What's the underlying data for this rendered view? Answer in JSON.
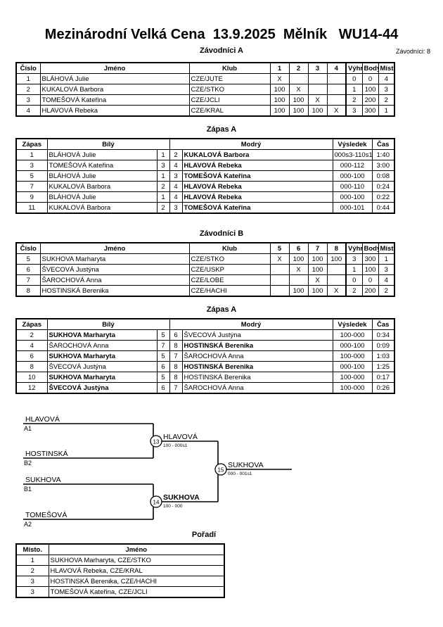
{
  "header": {
    "title": "Mezinárodní Velká Cena  13.9.2025  Mělník   WU14-44",
    "subtitle": "Závodníci A",
    "entrants_label": "Závodníci: 8"
  },
  "pool_table_headers": {
    "number": "Číslo",
    "name": "Jméno",
    "club": "Klub",
    "wins": "Výhra",
    "points": "Body",
    "place": "Místo."
  },
  "pool_a": {
    "caption": "Závodníci A",
    "opponent_columns": [
      "1",
      "2",
      "3",
      "4"
    ],
    "rows": [
      {
        "number": "1",
        "name": "BLÁHOVÁ Julie",
        "club": "CZE/JUTE",
        "cells": [
          "X",
          "",
          "",
          ""
        ],
        "wins": "0",
        "points": "0",
        "place": "4"
      },
      {
        "number": "2",
        "name": "KUKALOVÁ Barbora",
        "club": "CZE/STKO",
        "cells": [
          "100",
          "X",
          "",
          ""
        ],
        "wins": "1",
        "points": "100",
        "place": "3"
      },
      {
        "number": "3",
        "name": "TOMEŠOVÁ Kateřina",
        "club": "CZE/JCLI",
        "cells": [
          "100",
          "100",
          "X",
          ""
        ],
        "wins": "2",
        "points": "200",
        "place": "2"
      },
      {
        "number": "4",
        "name": "HLAVOVÁ Rebeka",
        "club": "CZE/KRAL",
        "cells": [
          "100",
          "100",
          "100",
          "X"
        ],
        "wins": "3",
        "points": "300",
        "place": "1"
      }
    ]
  },
  "pool_b": {
    "caption": "Závodníci B",
    "opponent_columns": [
      "5",
      "6",
      "7",
      "8"
    ],
    "rows": [
      {
        "number": "5",
        "name": "SUKHOVA Marharyta",
        "club": "CZE/STKO",
        "cells": [
          "X",
          "100",
          "100",
          "100"
        ],
        "wins": "3",
        "points": "300",
        "place": "1"
      },
      {
        "number": "6",
        "name": "ŠVECOVÁ Justýna",
        "club": "CZE/USKP",
        "cells": [
          "",
          "X",
          "100",
          ""
        ],
        "wins": "1",
        "points": "100",
        "place": "3"
      },
      {
        "number": "7",
        "name": "ŠAROCHOVÁ Anna",
        "club": "CZE/LOBE",
        "cells": [
          "",
          "",
          "X",
          ""
        ],
        "wins": "0",
        "points": "0",
        "place": "4"
      },
      {
        "number": "8",
        "name": "HOSTINSKÁ Berenika",
        "club": "CZE/HACHI",
        "cells": [
          "",
          "100",
          "100",
          "X"
        ],
        "wins": "2",
        "points": "200",
        "place": "2"
      }
    ]
  },
  "match_table_headers": {
    "match": "Zápas",
    "white": "Bílý",
    "blue": "Modrý",
    "result": "Výsledek",
    "time": "Čas"
  },
  "matches_a": {
    "caption": "Zápas A",
    "rows": [
      {
        "match": "1",
        "white": "BLÁHOVÁ Julie",
        "white_bold": false,
        "wn": "1",
        "bn": "2",
        "blue": "KUKALOVÁ Barbora",
        "blue_bold": true,
        "result": "000s3-110s1",
        "time": "1:40"
      },
      {
        "match": "3",
        "white": "TOMEŠOVÁ Kateřina",
        "white_bold": false,
        "wn": "3",
        "bn": "4",
        "blue": "HLAVOVÁ Rebeka",
        "blue_bold": true,
        "result": "000-112",
        "time": "3:00"
      },
      {
        "match": "5",
        "white": "BLÁHOVÁ Julie",
        "white_bold": false,
        "wn": "1",
        "bn": "3",
        "blue": "TOMEŠOVÁ Kateřina",
        "blue_bold": true,
        "result": "000-100",
        "time": "0:08"
      },
      {
        "match": "7",
        "white": "KUKALOVÁ Barbora",
        "white_bold": false,
        "wn": "2",
        "bn": "4",
        "blue": "HLAVOVÁ Rebeka",
        "blue_bold": true,
        "result": "000-110",
        "time": "0:24"
      },
      {
        "match": "9",
        "white": "BLÁHOVÁ Julie",
        "white_bold": false,
        "wn": "1",
        "bn": "4",
        "blue": "HLAVOVÁ Rebeka",
        "blue_bold": true,
        "result": "000-100",
        "time": "0:22"
      },
      {
        "match": "11",
        "white": "KUKALOVÁ Barbora",
        "white_bold": false,
        "wn": "2",
        "bn": "3",
        "blue": "TOMEŠOVÁ Kateřina",
        "blue_bold": true,
        "result": "000-101",
        "time": "0:44"
      }
    ]
  },
  "matches_b": {
    "caption": "Zápas A",
    "rows": [
      {
        "match": "2",
        "white": "SUKHOVA Marharyta",
        "white_bold": true,
        "wn": "5",
        "bn": "6",
        "blue": "ŠVECOVÁ Justýna",
        "blue_bold": false,
        "result": "100-000",
        "time": "0:34"
      },
      {
        "match": "4",
        "white": "ŠAROCHOVÁ Anna",
        "white_bold": false,
        "wn": "7",
        "bn": "8",
        "blue": "HOSTINSKÁ Berenika",
        "blue_bold": true,
        "result": "000-100",
        "time": "0:09"
      },
      {
        "match": "6",
        "white": "SUKHOVA Marharyta",
        "white_bold": true,
        "wn": "5",
        "bn": "7",
        "blue": "ŠAROCHOVÁ Anna",
        "blue_bold": false,
        "result": "100-000",
        "time": "1:03"
      },
      {
        "match": "8",
        "white": "ŠVECOVÁ Justýna",
        "white_bold": false,
        "wn": "6",
        "bn": "8",
        "blue": "HOSTINSKÁ Berenika",
        "blue_bold": true,
        "result": "000-100",
        "time": "1:25"
      },
      {
        "match": "10",
        "white": "SUKHOVA Marharyta",
        "white_bold": true,
        "wn": "5",
        "bn": "8",
        "blue": "HOSTINSKÁ Berenika",
        "blue_bold": false,
        "result": "100-000",
        "time": "0:17"
      },
      {
        "match": "12",
        "white": "ŠVECOVÁ Justýna",
        "white_bold": true,
        "wn": "6",
        "bn": "7",
        "blue": "ŠAROCHOVÁ Anna",
        "blue_bold": false,
        "result": "100-000",
        "time": "0:26"
      }
    ]
  },
  "bracket": {
    "entries": [
      {
        "name": "HLAVOVÁ",
        "seed": "A1"
      },
      {
        "name": "HOSTINSKÁ",
        "seed": "B2"
      },
      {
        "name": "SUKHOVA",
        "seed": "B1"
      },
      {
        "name": "TOMEŠOVÁ",
        "seed": "A2"
      }
    ],
    "semifinal_1": {
      "number": "13",
      "winner": "HLAVOVÁ",
      "score": "100 - 000s1"
    },
    "semifinal_2": {
      "number": "14",
      "winner": "SUKHOVA",
      "score": "100 - 000"
    },
    "final": {
      "number": "15",
      "winner": "SUKHOVA",
      "score": "000 - 001s1"
    }
  },
  "standings": {
    "caption": "Pořadí",
    "headers": {
      "place": "Místo.",
      "name": "Jméno"
    },
    "rows": [
      {
        "place": "1",
        "name": "SUKHOVA Marharyta, CZE/STKO"
      },
      {
        "place": "2",
        "name": "HLAVOVÁ Rebeka, CZE/KRAL"
      },
      {
        "place": "3",
        "name": "HOSTINSKÁ Berenika, CZE/HACHI"
      },
      {
        "place": "3",
        "name": "TOMEŠOVÁ Kateřina, CZE/JCLI"
      }
    ]
  }
}
